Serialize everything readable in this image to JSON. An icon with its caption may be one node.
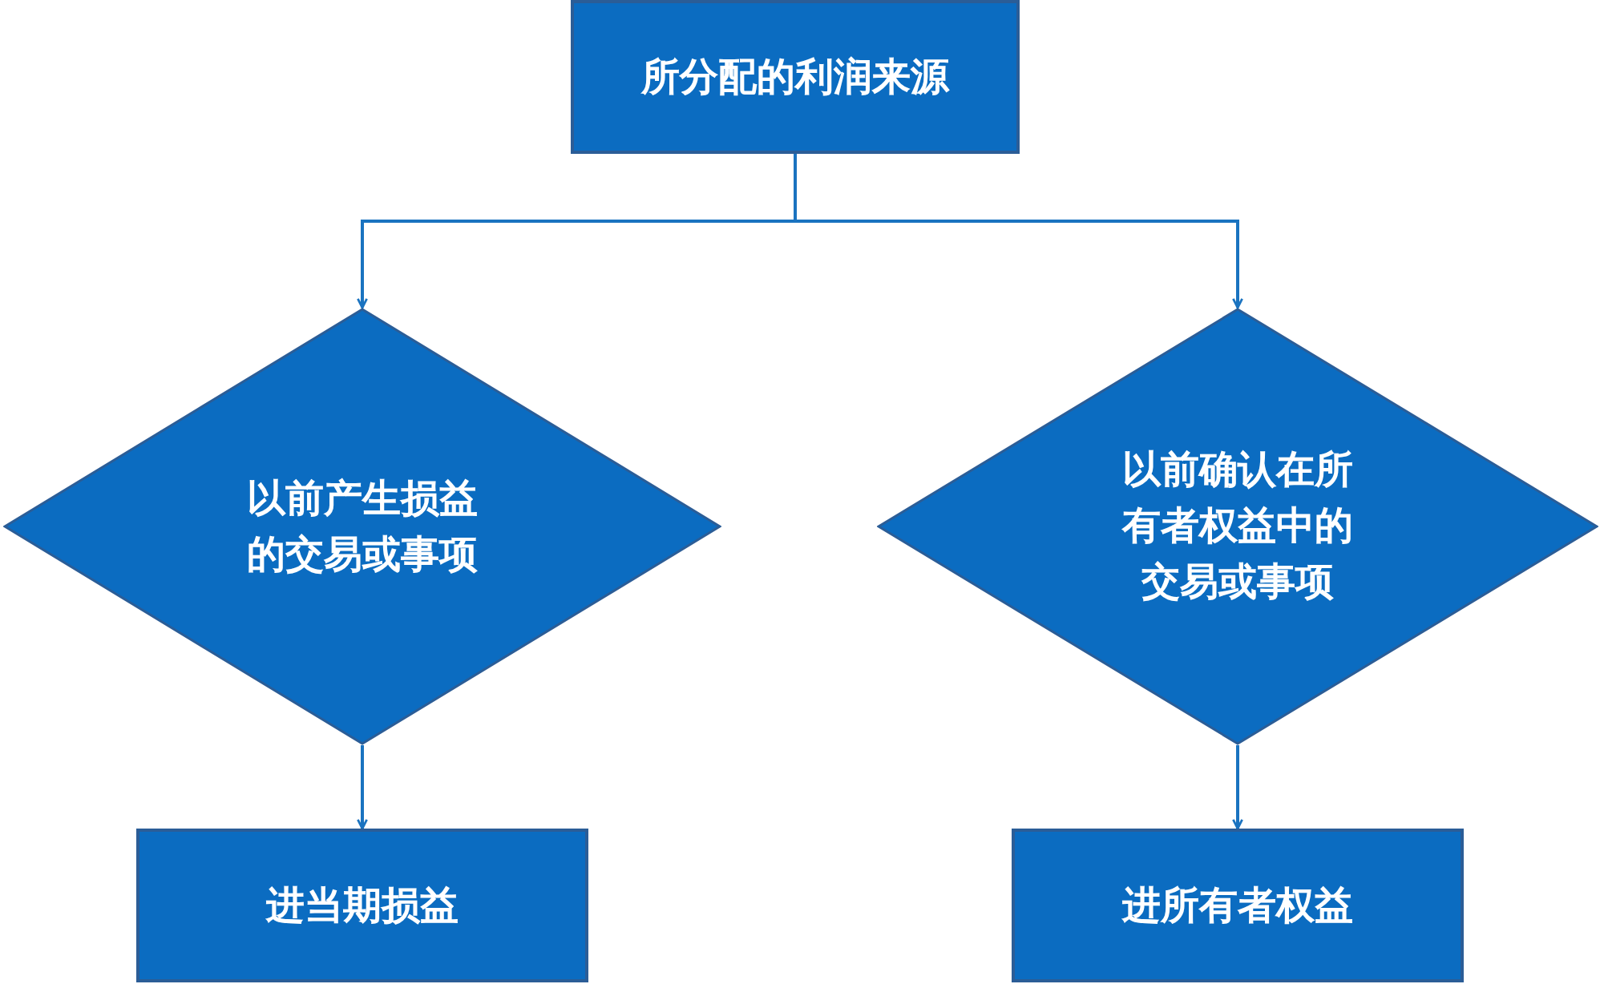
{
  "diagram": {
    "nodes": [
      {
        "text": [
          "所分配的利润来源"
        ]
      },
      {
        "text": [
          "以前产生损益的交易或事项"
        ]
      },
      {
        "text": [
          "以前确认在所有者权益中的交易或事项"
        ]
      },
      {
        "text": [
          "进当期损益"
        ]
      },
      {
        "text": [
          "进所有者权益"
        ]
      }
    ],
    "edges": [
      {
        "from": 0,
        "to": 1,
        "arrow": "to"
      },
      {
        "from": 0,
        "to": 2,
        "arrow": "to"
      },
      {
        "from": 1,
        "to": 3,
        "arrow": "to"
      },
      {
        "from": 2,
        "to": 4,
        "arrow": "to"
      }
    ]
  }
}
